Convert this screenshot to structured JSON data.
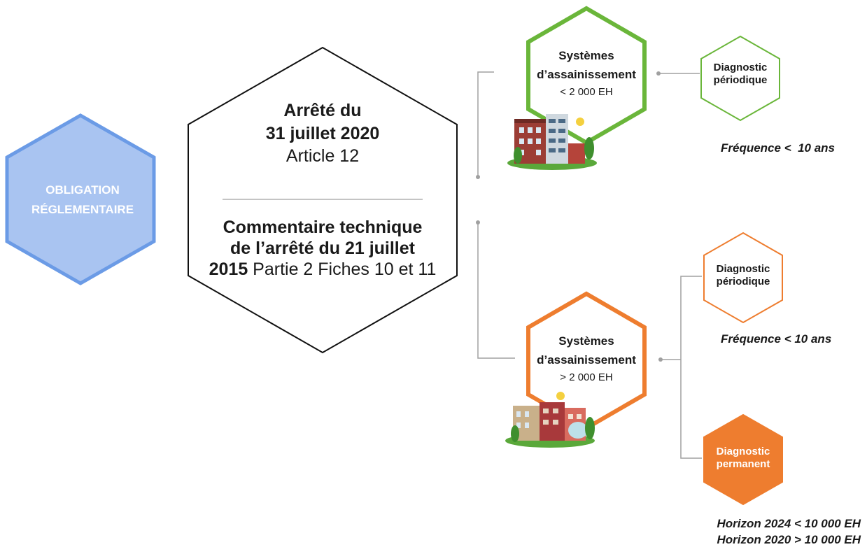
{
  "obligation": {
    "line1": "OBLIGATION",
    "line2": "RÉGLEMENTAIRE"
  },
  "center": {
    "arrete_line1": "Arrêté du",
    "arrete_line2": "31 juillet 2020",
    "arrete_line3": "Article 12",
    "comment_bold1": "Commentaire technique",
    "comment_bold2": "de l’arrêté du 21 juillet",
    "comment_bold3": "2015",
    "comment_rest": " Partie 2 Fiches 10 et 11"
  },
  "top_branch": {
    "system_line1": "Systèmes",
    "system_line2": "d’assainissement",
    "threshold": "< 2 000 EH",
    "diag_line1": "Diagnostic",
    "diag_line2": "périodique",
    "frequency": "Fréquence <  10 ans"
  },
  "bottom_branch": {
    "system_line1": "Systèmes",
    "system_line2": "d’assainissement",
    "threshold": "> 2 000 EH",
    "periodic_line1": "Diagnostic",
    "periodic_line2": "périodique",
    "frequency": "Fréquence < 10 ans",
    "permanent_line1": "Diagnostic",
    "permanent_line2": "permanent",
    "horizon1": "Horizon 2024 < 10 000 EH",
    "horizon2": "Horizon 2020 > 10 000 EH"
  },
  "colors": {
    "obligation_fill": "#a9c4f1",
    "obligation_stroke": "#6b9be6",
    "green": "#6ab63a",
    "orange": "#ee7d2f",
    "connector": "#a0a0a0"
  }
}
